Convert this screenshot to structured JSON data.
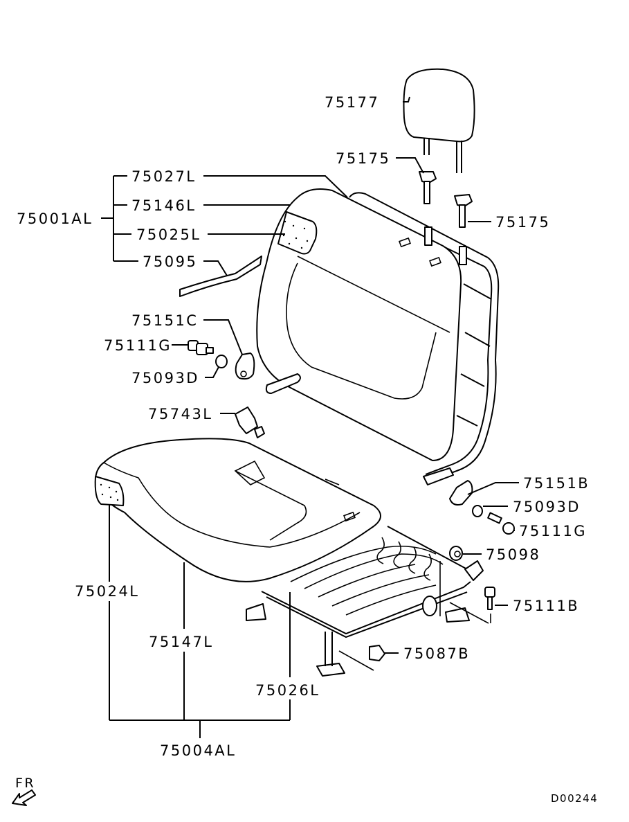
{
  "diagram": {
    "drawing_code": "D00244",
    "direction_label": "FR",
    "colors": {
      "line": "#000000",
      "background": "#ffffff"
    },
    "labels": {
      "headrest": "75177",
      "headrest_guide_upper": "75175",
      "headrest_guide_lower": "75175",
      "seatback_assy": "75001AL",
      "seatback_frame": "75027L",
      "seatback_cover": "75146L",
      "seatback_pad": "75025L",
      "seatback_wire": "75095",
      "hinge_cover_inner": "75151C",
      "bolt_inner": "75111G",
      "bushing_inner": "75093D",
      "buckle": "75743L",
      "hinge_cover_outer": "75151B",
      "bushing_outer": "75093D",
      "bolt_outer": "75111G",
      "washer": "75098",
      "bolt_seat": "75111B",
      "nut": "75087B",
      "cushion_pad": "75024L",
      "cushion_cover": "75147L",
      "cushion_frame": "75026L",
      "cushion_assy": "75004AL"
    }
  }
}
